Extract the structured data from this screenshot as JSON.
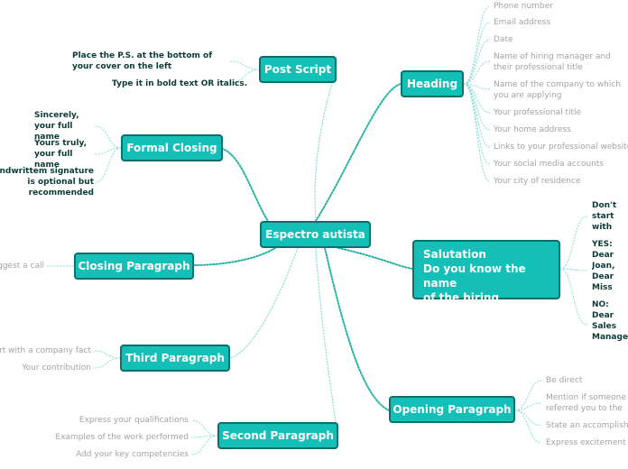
{
  "colors": {
    "node_fill": "#13bfb7",
    "node_border": "#0c6f6b",
    "branch_line": "#29b3a8",
    "leaf_line": "#8fe0da",
    "dark_text": "#0b3b38",
    "grey_text": "#a0a4a7"
  },
  "center": {
    "label": "Espectro autista"
  },
  "post_script": {
    "label": "Post Script",
    "items": [
      "Place the P.S. at the bottom of your cover on the left",
      "Type it in bold text OR italics."
    ]
  },
  "formal_closing": {
    "label": "Formal Closing",
    "items": [
      "Sincerely, your full name",
      "Yours truly, your full name",
      "Handwrittem signature is optional but recommended"
    ]
  },
  "closing_paragraph": {
    "label": "Closing Paragraph",
    "items": [
      "Suggest a call"
    ]
  },
  "third_paragraph": {
    "label": "Third Paragraph",
    "items": [
      "Start with a company fact",
      "Your contribution"
    ]
  },
  "second_paragraph": {
    "label": "Second Paragraph",
    "items": [
      "Express your qualifications",
      "Examples of the work performed",
      "Add your key competencies"
    ]
  },
  "heading": {
    "label": "Heading",
    "items": [
      "Phone number",
      "Email address",
      "Date",
      "Name of hiring manager and their professional title",
      "Name of the company to which you are applying",
      "Your professional title",
      "Your home address",
      "Links to your professional website",
      "Your social media accounts",
      "Your city of residence"
    ]
  },
  "salutation": {
    "label_line1": "Salutation",
    "label_line2": "Do you know the name",
    "label_line3": "of the hiring manager?",
    "items": [
      "Don't start with \"Dear Sir or Madam\" or \"To Whom It May Concern\"",
      "YES: Dear Joan, Dear Miss Jones, Dear Ms. Jones, Dear Mr. Jones",
      "NO: Dear Sales Manager, Dear Hiring Manager, Dear X Company"
    ]
  },
  "opening_paragraph": {
    "label": "Opening Paragraph",
    "items": [
      "Be direct",
      "Mention if someone referred you to the position",
      "State an accomplishment",
      "Express excitement"
    ]
  }
}
